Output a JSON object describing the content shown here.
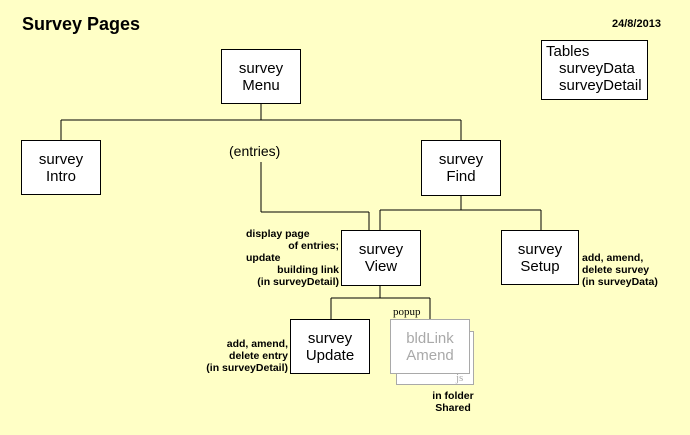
{
  "header": {
    "title": "Survey Pages",
    "date": "24/8/2013"
  },
  "tables_box": {
    "heading": "Tables",
    "items": [
      "surveyData",
      "surveyDetail"
    ]
  },
  "nodes": {
    "menu": {
      "line1": "survey",
      "line2": "Menu"
    },
    "intro": {
      "line1": "survey",
      "line2": "Intro"
    },
    "find": {
      "line1": "survey",
      "line2": "Find"
    },
    "view": {
      "line1": "survey",
      "line2": "View"
    },
    "setup": {
      "line1": "survey",
      "line2": "Setup"
    },
    "update": {
      "line1": "survey",
      "line2": "Update"
    },
    "bldlink": {
      "line1": "bldLink",
      "line2": "Amend"
    }
  },
  "labels": {
    "entries": "(entries)",
    "popup": "popup",
    "js": "js",
    "view_note": [
      "display page",
      "of entries;",
      "update",
      "building link",
      "(in surveyDetail)"
    ],
    "setup_note": [
      "add, amend,",
      "delete survey",
      "(in surveyData)"
    ],
    "update_note": [
      "add, amend,",
      "delete entry",
      "(in surveyDetail)"
    ],
    "shared_note": [
      "in folder",
      "Shared"
    ]
  }
}
